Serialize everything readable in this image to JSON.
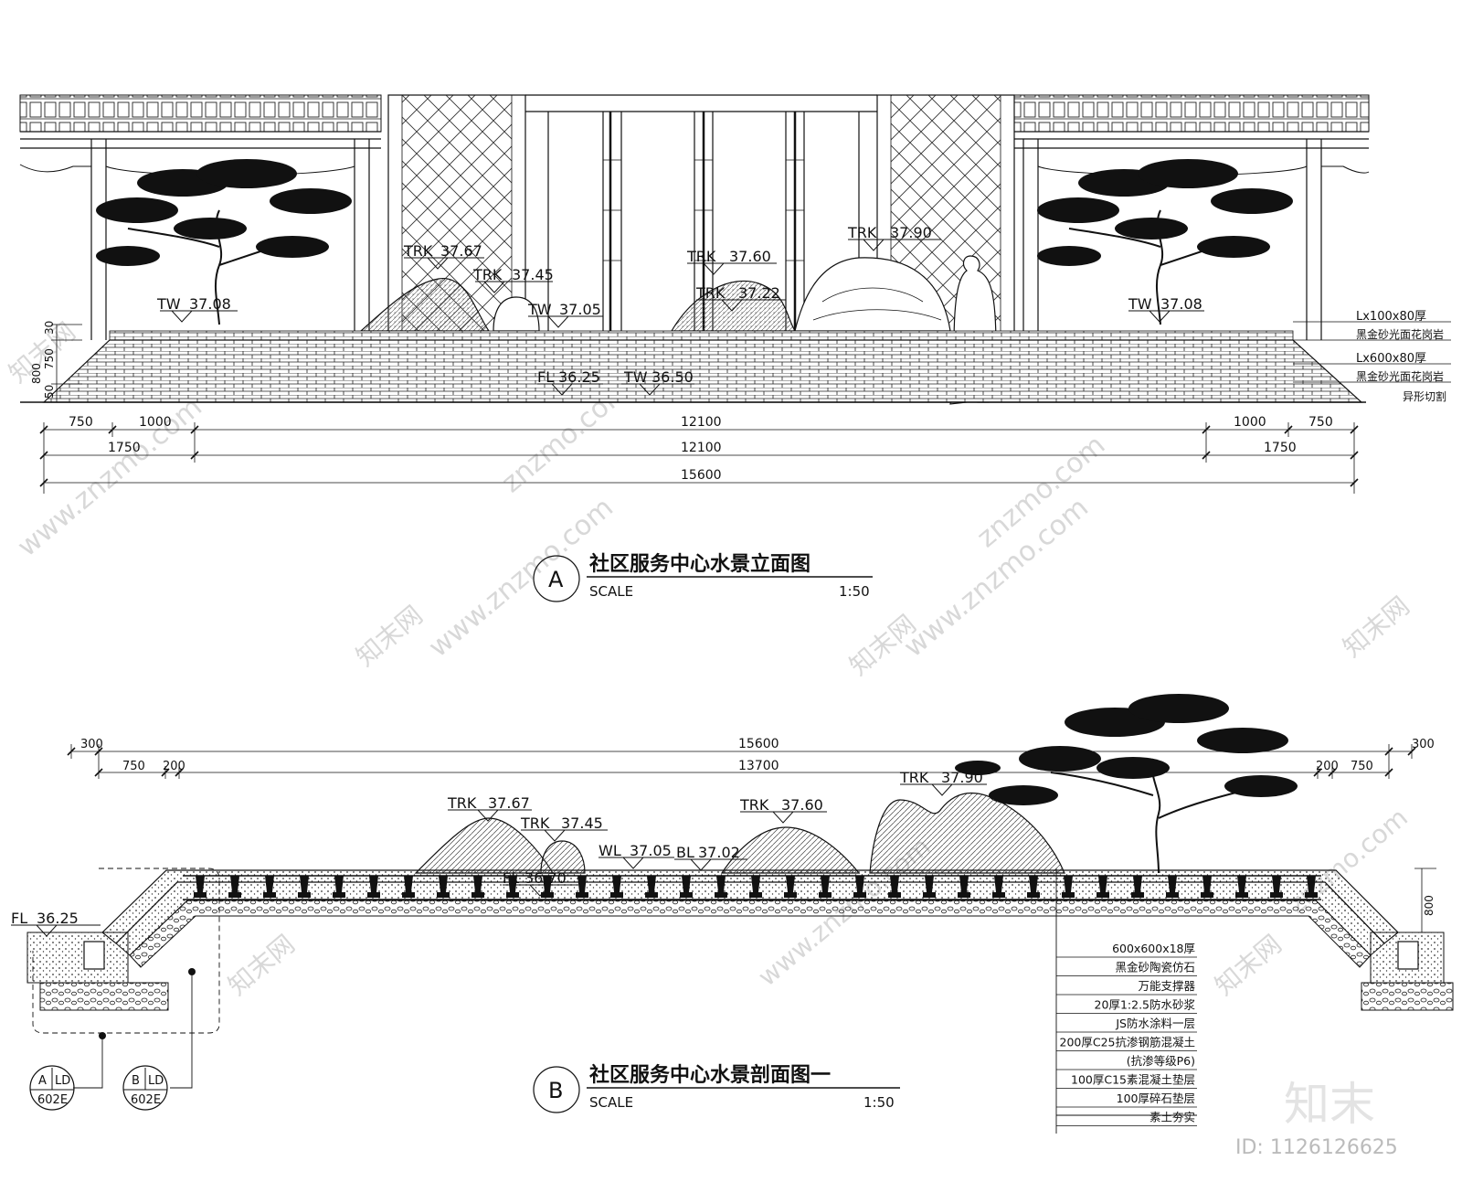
{
  "watermarks": {
    "site": "www.znzmo.com",
    "site_short": "znzmo.com",
    "brand_cn": "知末网"
  },
  "corner": {
    "brand": "知末",
    "id_label": "ID: 1126126625"
  },
  "elevation": {
    "title_letter": "A",
    "title": "社区服务中心水景立面图",
    "scale_label": "SCALE",
    "scale_value": "1:50",
    "marks": [
      {
        "prefix": "TW",
        "value": "37.08"
      },
      {
        "prefix": "TRK",
        "value": "37.67"
      },
      {
        "prefix": "TRK",
        "value": "37.45"
      },
      {
        "prefix": "TW",
        "value": "37.05"
      },
      {
        "prefix": "TRK",
        "value": "37.60"
      },
      {
        "prefix": "TRK",
        "value": "37.22"
      },
      {
        "prefix": "TRK",
        "value": "37.90"
      },
      {
        "prefix": "TW",
        "value": "37.08"
      },
      {
        "prefix": "FL",
        "value": "36.25"
      },
      {
        "prefix": "TW",
        "value": "36.50"
      }
    ],
    "dim_row1": [
      "750",
      "1000",
      "12100",
      "1000",
      "750"
    ],
    "dim_row2": [
      "1750",
      "12100",
      "1750"
    ],
    "dim_total": "15600",
    "vertical_dims": [
      "30",
      "750",
      "800",
      "50"
    ],
    "notes": [
      "Lx100x80厚",
      "黑金砂光面花岗岩",
      "Lx600x80厚",
      "黑金砂光面花岗岩",
      "异形切割"
    ]
  },
  "section": {
    "title_letter": "B",
    "title": "社区服务中心水景剖面图一",
    "scale_label": "SCALE",
    "scale_value": "1:50",
    "dim_total": "15600",
    "dim_inner": "13700",
    "dims_left": [
      "300",
      "750",
      "200"
    ],
    "dims_right": [
      "300",
      "200",
      "750"
    ],
    "marks": [
      {
        "prefix": "TRK",
        "value": "37.67"
      },
      {
        "prefix": "TRK",
        "value": "37.45"
      },
      {
        "prefix": "WL",
        "value": "37.05"
      },
      {
        "prefix": "BL",
        "value": "37.02"
      },
      {
        "prefix": "FL",
        "value": "36.70"
      },
      {
        "prefix": "TRK",
        "value": "37.60"
      },
      {
        "prefix": "TRK",
        "value": "37.90"
      },
      {
        "prefix": "FL",
        "value": "36.25"
      }
    ],
    "height_dim": "800",
    "detail_refs": [
      {
        "letter": "A",
        "sheet_code": "LD",
        "sheet_no": "602E"
      },
      {
        "letter": "B",
        "sheet_code": "LD",
        "sheet_no": "602E"
      }
    ],
    "layers": [
      "600x600x18厚",
      "黑金砂陶瓷仿石",
      "万能支撑器",
      "20厚1:2.5防水砂浆",
      "JS防水涂料一层",
      "200厚C25抗渗钢筋混凝土",
      "(抗渗等级P6)",
      "100厚C15素混凝土垫层",
      "100厚碎石垫层",
      "素土夯实"
    ]
  }
}
